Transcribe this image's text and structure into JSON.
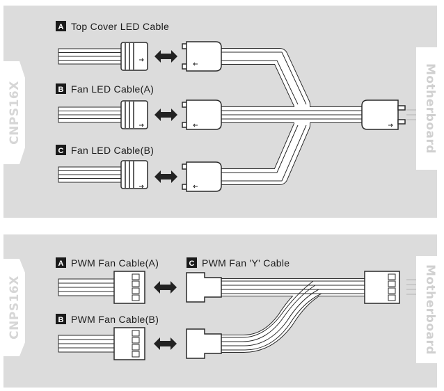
{
  "panel_top": {
    "side_label": "CNPS16X",
    "motherboard_label": "Motherboard",
    "cables": [
      {
        "badge": "A",
        "label": "Top Cover LED Cable"
      },
      {
        "badge": "B",
        "label": "Fan LED Cable(A)"
      },
      {
        "badge": "C",
        "label": "Fan LED Cable(B)"
      }
    ]
  },
  "panel_bottom": {
    "side_label": "CNPS16X",
    "motherboard_label": "Motherboard",
    "cables": [
      {
        "badge": "A",
        "label": "PWM Fan Cable(A)"
      },
      {
        "badge": "B",
        "label": "PWM Fan Cable(B)"
      },
      {
        "badge": "C",
        "label": "PWM Fan 'Y' Cable"
      }
    ]
  },
  "colors": {
    "panel_bg": "#dcdcdc",
    "wire": "#ffffff",
    "outline": "#2a2a2a",
    "badge": "#1a1a1a",
    "arrow": "#222222"
  }
}
